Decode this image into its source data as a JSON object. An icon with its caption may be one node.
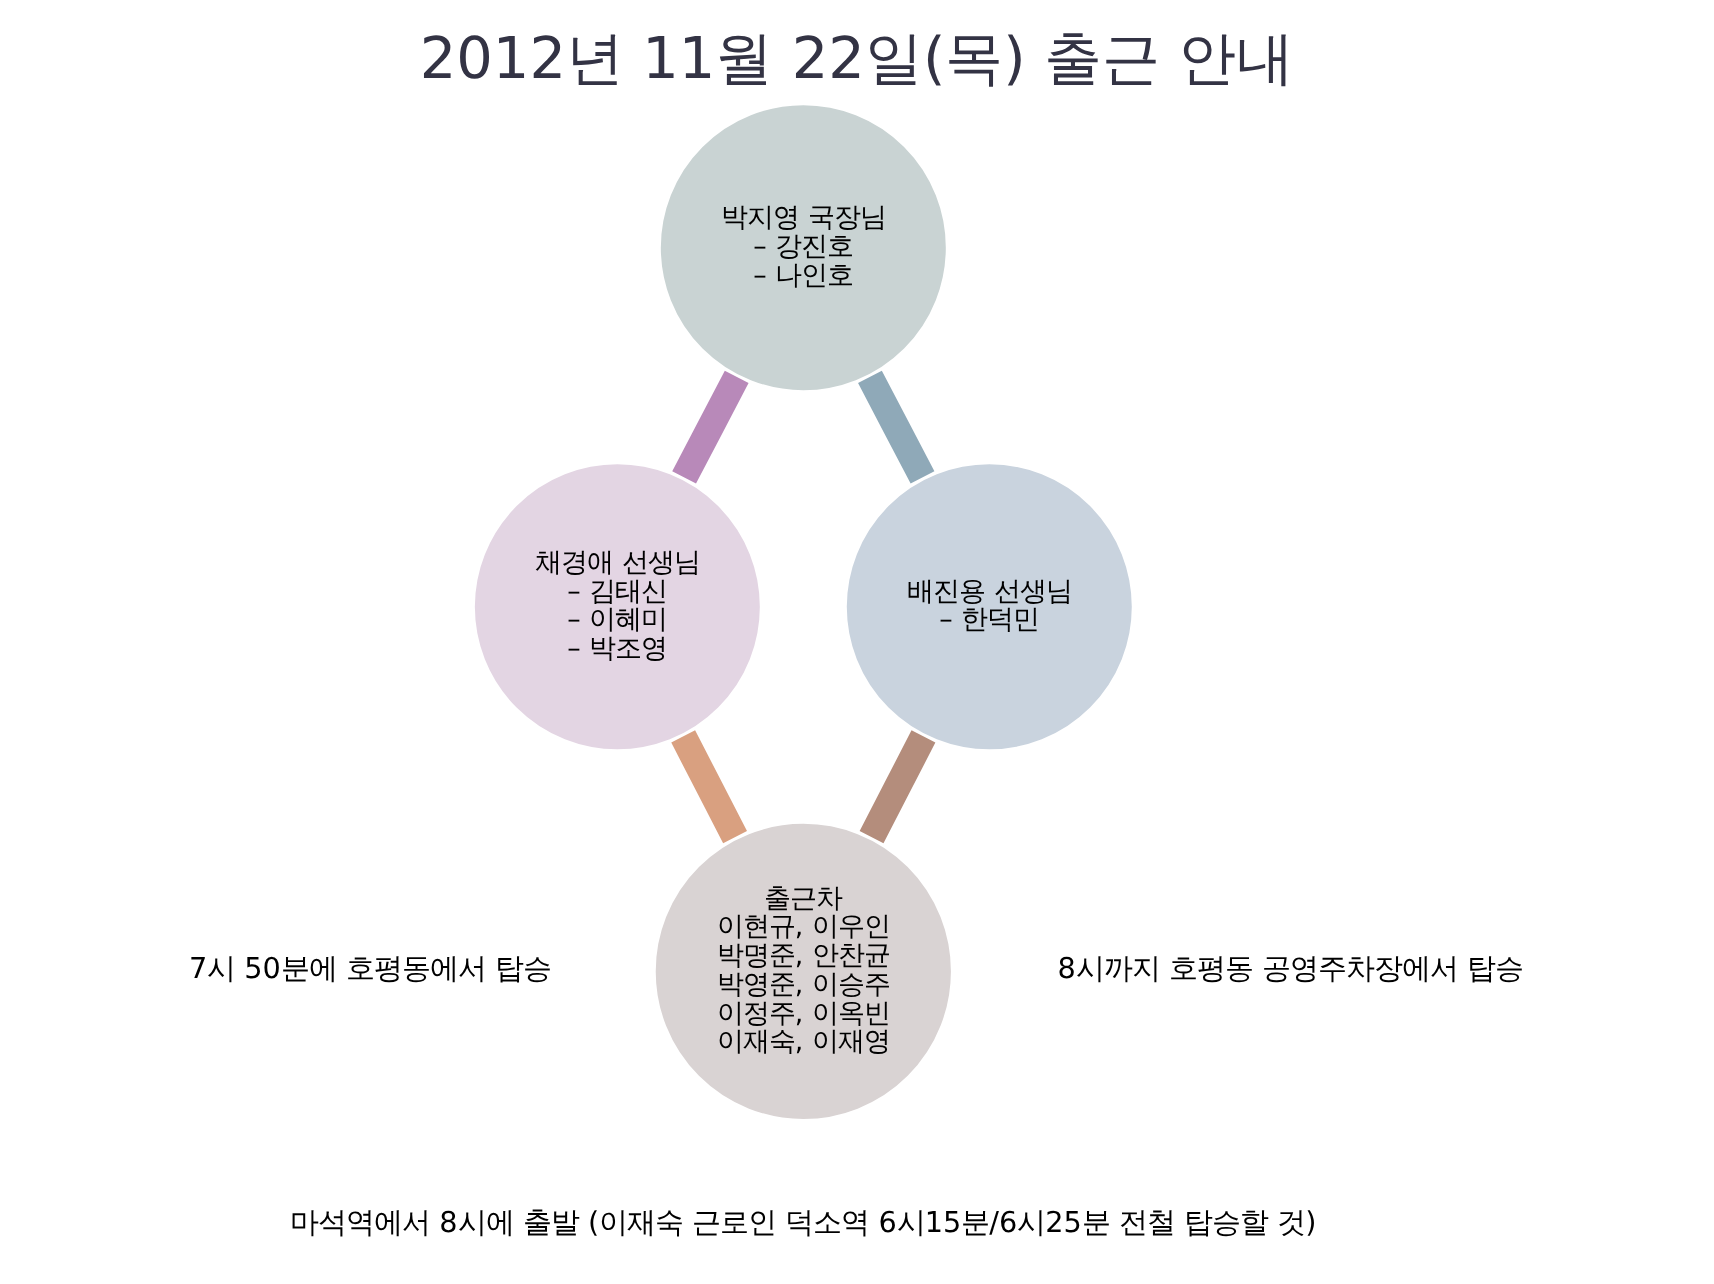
{
  "diagram": {
    "title": "2012년 11월 22일(목) 출근 안내",
    "nodes": [
      {
        "text": [
          "박지영 국장님",
          "– 강진호",
          "– 나인호"
        ]
      },
      {
        "text": [
          "채경애 선생님",
          "– 김태신",
          "– 이혜미",
          "– 박조영"
        ]
      },
      {
        "text": [
          "출근차",
          "이현규, 이우인",
          "박명준, 안찬균",
          "박영준, 이승주",
          "이정주, 이옥빈",
          "이재숙, 이재영"
        ]
      },
      {
        "text": [
          "배진용 선생님",
          "– 한덕민"
        ]
      }
    ],
    "edges": [
      {
        "from": 0,
        "to": 1,
        "arrow": "none",
        "color": "#b889b9"
      },
      {
        "from": 1,
        "to": 2,
        "arrow": "none",
        "color": "#d9a080"
      },
      {
        "from": 2,
        "to": 3,
        "arrow": "none",
        "color": "#b48d7c"
      },
      {
        "from": 3,
        "to": 0,
        "arrow": "none",
        "color": "#8fa9b8"
      }
    ],
    "labels": [
      "7시 50분에 호평동에서 탑승",
      "8시까지 호평동 공영주차장에서 탑승",
      "마석역에서 8시에 출발 (이재숙 근로인 덕소역 6시15분/6시25분 전철 탑승할 것)"
    ]
  }
}
